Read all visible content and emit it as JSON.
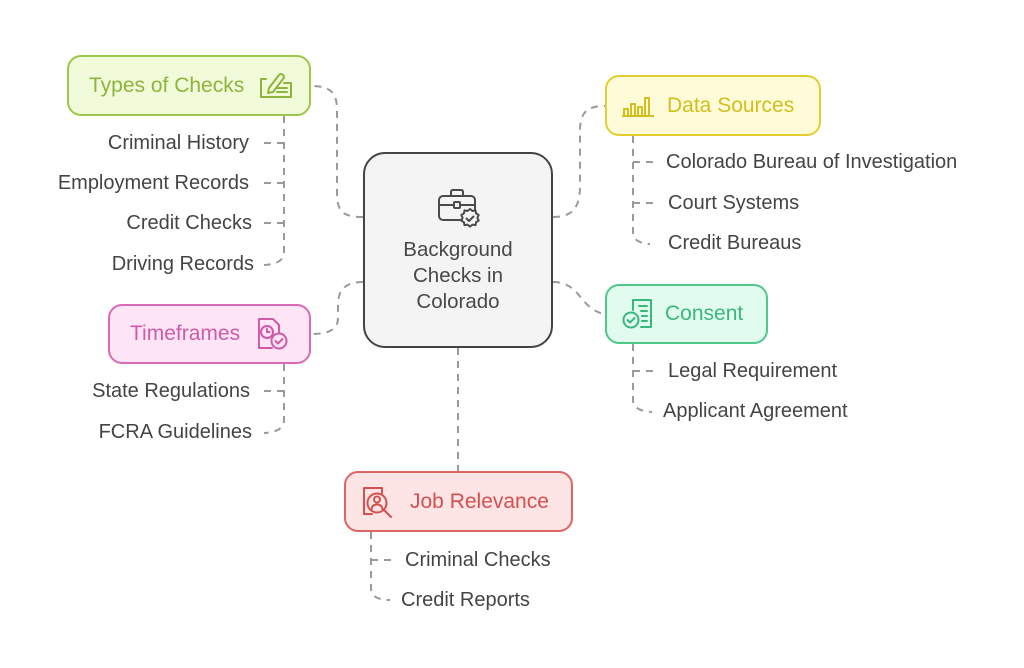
{
  "center": {
    "title_lines": [
      "Background",
      "Checks in",
      "Colorado"
    ],
    "icon": "briefcase-badge-check-icon"
  },
  "branches": {
    "types_of_checks": {
      "label": "Types of Checks",
      "icon": "signature-check-icon",
      "color": "#9bc84a",
      "items": [
        "Criminal History",
        "Employment Records",
        "Credit Checks",
        "Driving Records"
      ]
    },
    "data_sources": {
      "label": "Data Sources",
      "icon": "bar-chart-icon",
      "color": "#e2cf2f",
      "items": [
        "Colorado Bureau of Investigation",
        "Court Systems",
        "Credit Bureaus"
      ]
    },
    "timeframes": {
      "label": "Timeframes",
      "icon": "document-clock-check-icon",
      "color": "#d96bb5",
      "items": [
        "State Regulations",
        "FCRA Guidelines"
      ]
    },
    "consent": {
      "label": "Consent",
      "icon": "document-check-icon",
      "color": "#4fc88c",
      "items": [
        "Legal Requirement",
        "Applicant Agreement"
      ]
    },
    "job_relevance": {
      "label": "Job Relevance",
      "icon": "person-search-icon",
      "color": "#e06464",
      "items": [
        "Criminal Checks",
        "Credit Reports"
      ]
    }
  }
}
